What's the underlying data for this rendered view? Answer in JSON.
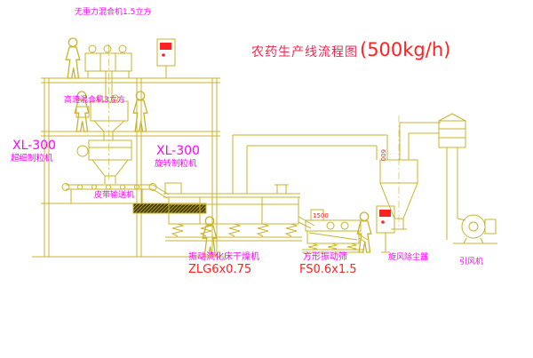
{
  "title": {
    "name": "农药生产线流程图",
    "capacity": "(500kg/h)"
  },
  "labels": {
    "top_mixer": "无重力混合机1.5立方",
    "high_speed_mixer": "高速混合机3立方",
    "granulator_left_model": "XL-300",
    "granulator_left_name": "超细制粒机",
    "granulator_center_model": "XL-300",
    "granulator_center_name": "旋转制粒机",
    "belt_conveyor": "皮带输送机",
    "fluidized_bed_dryer": "振动流化床干燥机",
    "fluidized_bed_dryer_model": "ZLG6x0.75",
    "vibrating_screen": "方形振动筛",
    "vibrating_screen_model": "FS0.6x1.5",
    "cyclone": "旋风除尘器",
    "induced_draft_fan": "引风机"
  },
  "dimensions": {
    "screen_width": "1500",
    "duct": "600"
  },
  "colors": {
    "line": "#c9b42c",
    "label": "#ff00ff",
    "model": "#ff2222",
    "title": "#ef2950",
    "background": "#ffffff"
  }
}
